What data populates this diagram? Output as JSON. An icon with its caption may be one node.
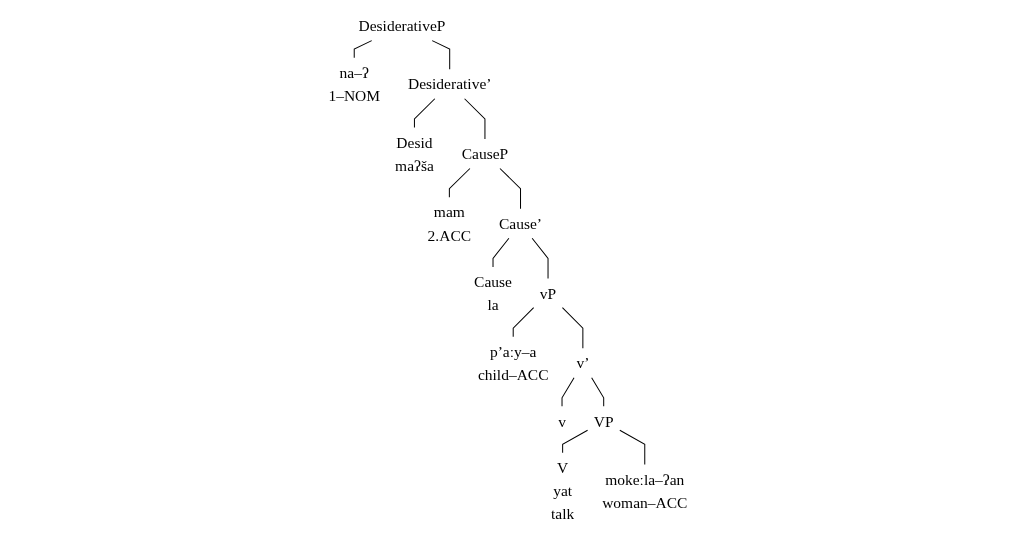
{
  "diagram": {
    "nodes": [
      {
        "text": [
          "DesiderativeP"
        ]
      },
      {
        "text": [
          "na–ʔ",
          "1–NOM"
        ]
      },
      {
        "text": [
          "Desiderative’"
        ]
      },
      {
        "text": [
          "Desid",
          "maʔša"
        ]
      },
      {
        "text": [
          "CauseP"
        ]
      },
      {
        "text": [
          "mam",
          "2.ACC"
        ]
      },
      {
        "text": [
          "Cause’"
        ]
      },
      {
        "text": [
          "Cause",
          "la"
        ]
      },
      {
        "text": [
          "vP"
        ]
      },
      {
        "text": [
          "p’aːy–a",
          "child–ACC"
        ]
      },
      {
        "text": [
          "v’"
        ]
      },
      {
        "text": [
          "v"
        ]
      },
      {
        "text": [
          "VP"
        ]
      },
      {
        "text": [
          "V",
          "yat",
          "talk"
        ]
      },
      {
        "text": [
          "mokeːla–ʔan",
          "woman–ACC"
        ]
      }
    ],
    "edges": [
      {
        "from": 0,
        "to": 1,
        "arrow": "none"
      },
      {
        "from": 0,
        "to": 2,
        "arrow": "none"
      },
      {
        "from": 2,
        "to": 3,
        "arrow": "none"
      },
      {
        "from": 2,
        "to": 4,
        "arrow": "none"
      },
      {
        "from": 4,
        "to": 5,
        "arrow": "none"
      },
      {
        "from": 4,
        "to": 6,
        "arrow": "none"
      },
      {
        "from": 6,
        "to": 7,
        "arrow": "none"
      },
      {
        "from": 6,
        "to": 8,
        "arrow": "none"
      },
      {
        "from": 8,
        "to": 9,
        "arrow": "none"
      },
      {
        "from": 8,
        "to": 10,
        "arrow": "none"
      },
      {
        "from": 10,
        "to": 11,
        "arrow": "none"
      },
      {
        "from": 10,
        "to": 12,
        "arrow": "none"
      },
      {
        "from": 12,
        "to": 13,
        "arrow": "none"
      },
      {
        "from": 12,
        "to": 14,
        "arrow": "none"
      }
    ]
  }
}
